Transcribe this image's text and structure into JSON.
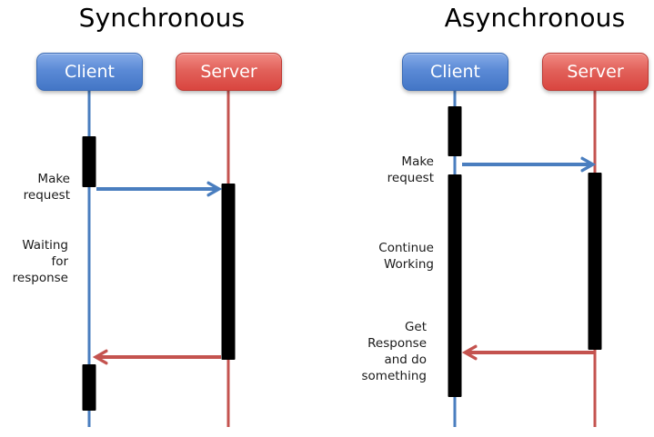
{
  "colors": {
    "client_blue": "#4A7EBF",
    "server_red": "#C4534F",
    "activation_bar_black": "#000000",
    "client_box_gradient_top": "#85ABE8",
    "client_box_gradient_bottom": "#4376C6",
    "server_box_gradient_top": "#F18A83",
    "server_box_gradient_bottom": "#D9453F",
    "title_text": "#000000",
    "label_text": "#1A1A1A"
  },
  "sync": {
    "title": "Synchronous",
    "client_label": "Client",
    "server_label": "Server",
    "labels": {
      "make_request": "Make\nrequest",
      "waiting": "Waiting\nfor\nresponse"
    },
    "messages": [
      {
        "name": "request",
        "from": "Client",
        "to": "Server",
        "color": "blue"
      },
      {
        "name": "response",
        "from": "Server",
        "to": "Client",
        "color": "red"
      }
    ]
  },
  "async": {
    "title": "Asynchronous",
    "client_label": "Client",
    "server_label": "Server",
    "labels": {
      "make_request": "Make\nrequest",
      "continue_working": "Continue\nWorking",
      "get_response": "Get\nResponse\nand do\nsomething"
    },
    "messages": [
      {
        "name": "request",
        "from": "Client",
        "to": "Server",
        "color": "blue"
      },
      {
        "name": "response",
        "from": "Server",
        "to": "Client",
        "color": "red"
      }
    ]
  }
}
